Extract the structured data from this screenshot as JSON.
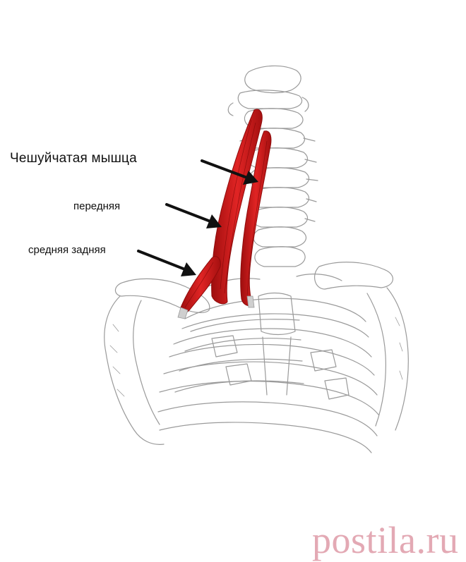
{
  "labels": {
    "main": "Чешуйчатая мышца",
    "anterior": "передняя",
    "middle_posterior": "средняя задняя"
  },
  "watermark": "postila.ru",
  "colors": {
    "muscle": "#d81b1b",
    "muscle_dark": "#8f0b0b",
    "bone_line": "#9a9a9a",
    "arrow": "#111111",
    "watermark": "#e3a9b4"
  }
}
